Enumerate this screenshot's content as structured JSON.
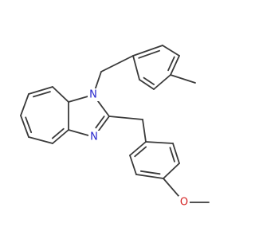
{
  "molecule": {
    "atom_labels": {
      "n1": "N",
      "n3": "N",
      "o": "O"
    },
    "colors": {
      "bond": "#3a3a3a",
      "nitrogen": "#2525cc",
      "oxygen": "#d42020",
      "background": "#ffffff"
    }
  }
}
